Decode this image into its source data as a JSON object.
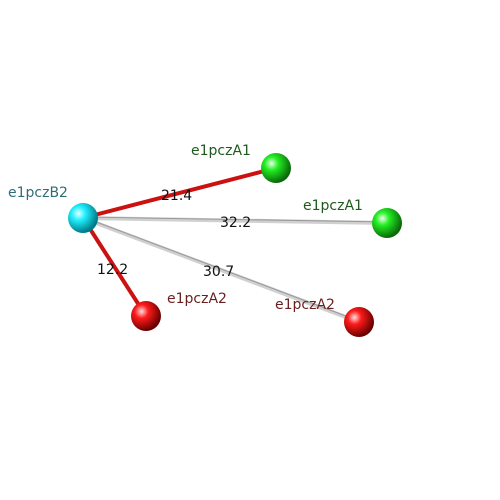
{
  "diagram": {
    "nodes": [
      {
        "id": "center",
        "label": "e1pczB2",
        "color": "#00e5ee",
        "label_color": "#2f6f73"
      },
      {
        "id": "a1_near",
        "label": "e1pczA1",
        "color": "#11dd11",
        "label_color": "#1e5a1e"
      },
      {
        "id": "a1_far",
        "label": "e1pczA1",
        "color": "#11dd11",
        "label_color": "#1e5a1e"
      },
      {
        "id": "a2_near",
        "label": "e1pczA2",
        "color": "#ee1111",
        "label_color": "#6b1e1e"
      },
      {
        "id": "a2_far",
        "label": "e1pczA2",
        "color": "#ee1111",
        "label_color": "#6b1e1e"
      }
    ],
    "edges": [
      {
        "from": "center",
        "to": "a1_near",
        "value": "21.4",
        "style": "red",
        "color": "#cc1111"
      },
      {
        "from": "center",
        "to": "a1_far",
        "value": "32.2",
        "style": "grey",
        "color": "#c8c8c8"
      },
      {
        "from": "center",
        "to": "a2_near",
        "value": "12.2",
        "style": "red",
        "color": "#cc1111"
      },
      {
        "from": "center",
        "to": "a2_far",
        "value": "30.7",
        "style": "grey",
        "color": "#c8c8c8"
      }
    ]
  }
}
